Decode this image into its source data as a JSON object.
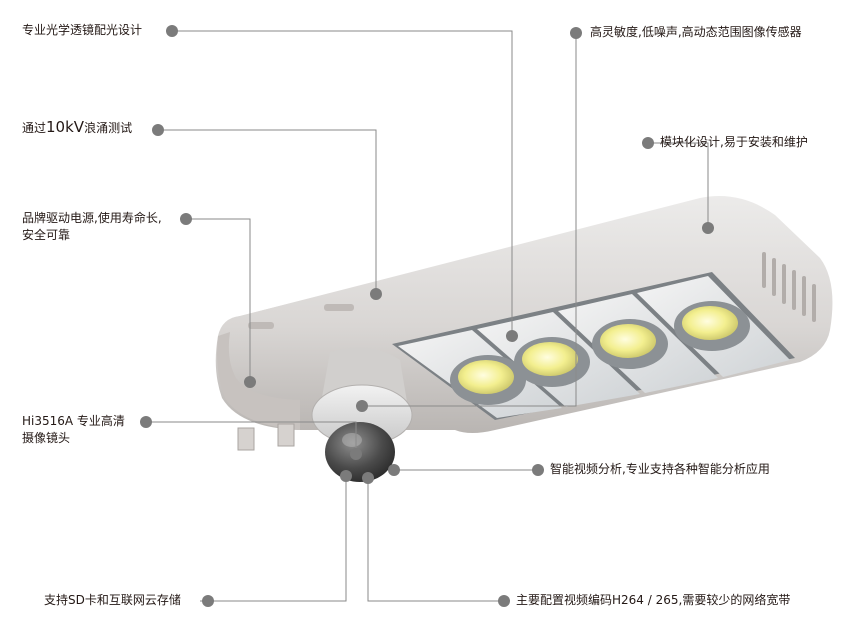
{
  "features": {
    "lens": "专业光学透镜配光设计",
    "surge_prefix": "通过",
    "surge_value": "10kV",
    "surge_suffix": "浪涌测试",
    "driver_line1": "品牌驱动电源,使用寿命长,",
    "driver_line2": "安全可靠",
    "chip_line1": "Hi3516A 专业高清",
    "chip_line2": "摄像镜头",
    "storage": "支持SD卡和互联网云存储",
    "sensor": "高灵敏度,低噪声,高动态范围图像传感器",
    "modular": "模块化设计,易于安装和维护",
    "analytics": "智能视频分析,专业支持各种智能分析应用",
    "codec": "主要配置视频编码H264 / 265,需要较少的网络宽带"
  },
  "colors": {
    "text": "#231815",
    "dot": "#7b7b7b",
    "line": "#8a8a8a",
    "housing": "#d9d4d1",
    "lens_glow": "#f3ef8f"
  }
}
